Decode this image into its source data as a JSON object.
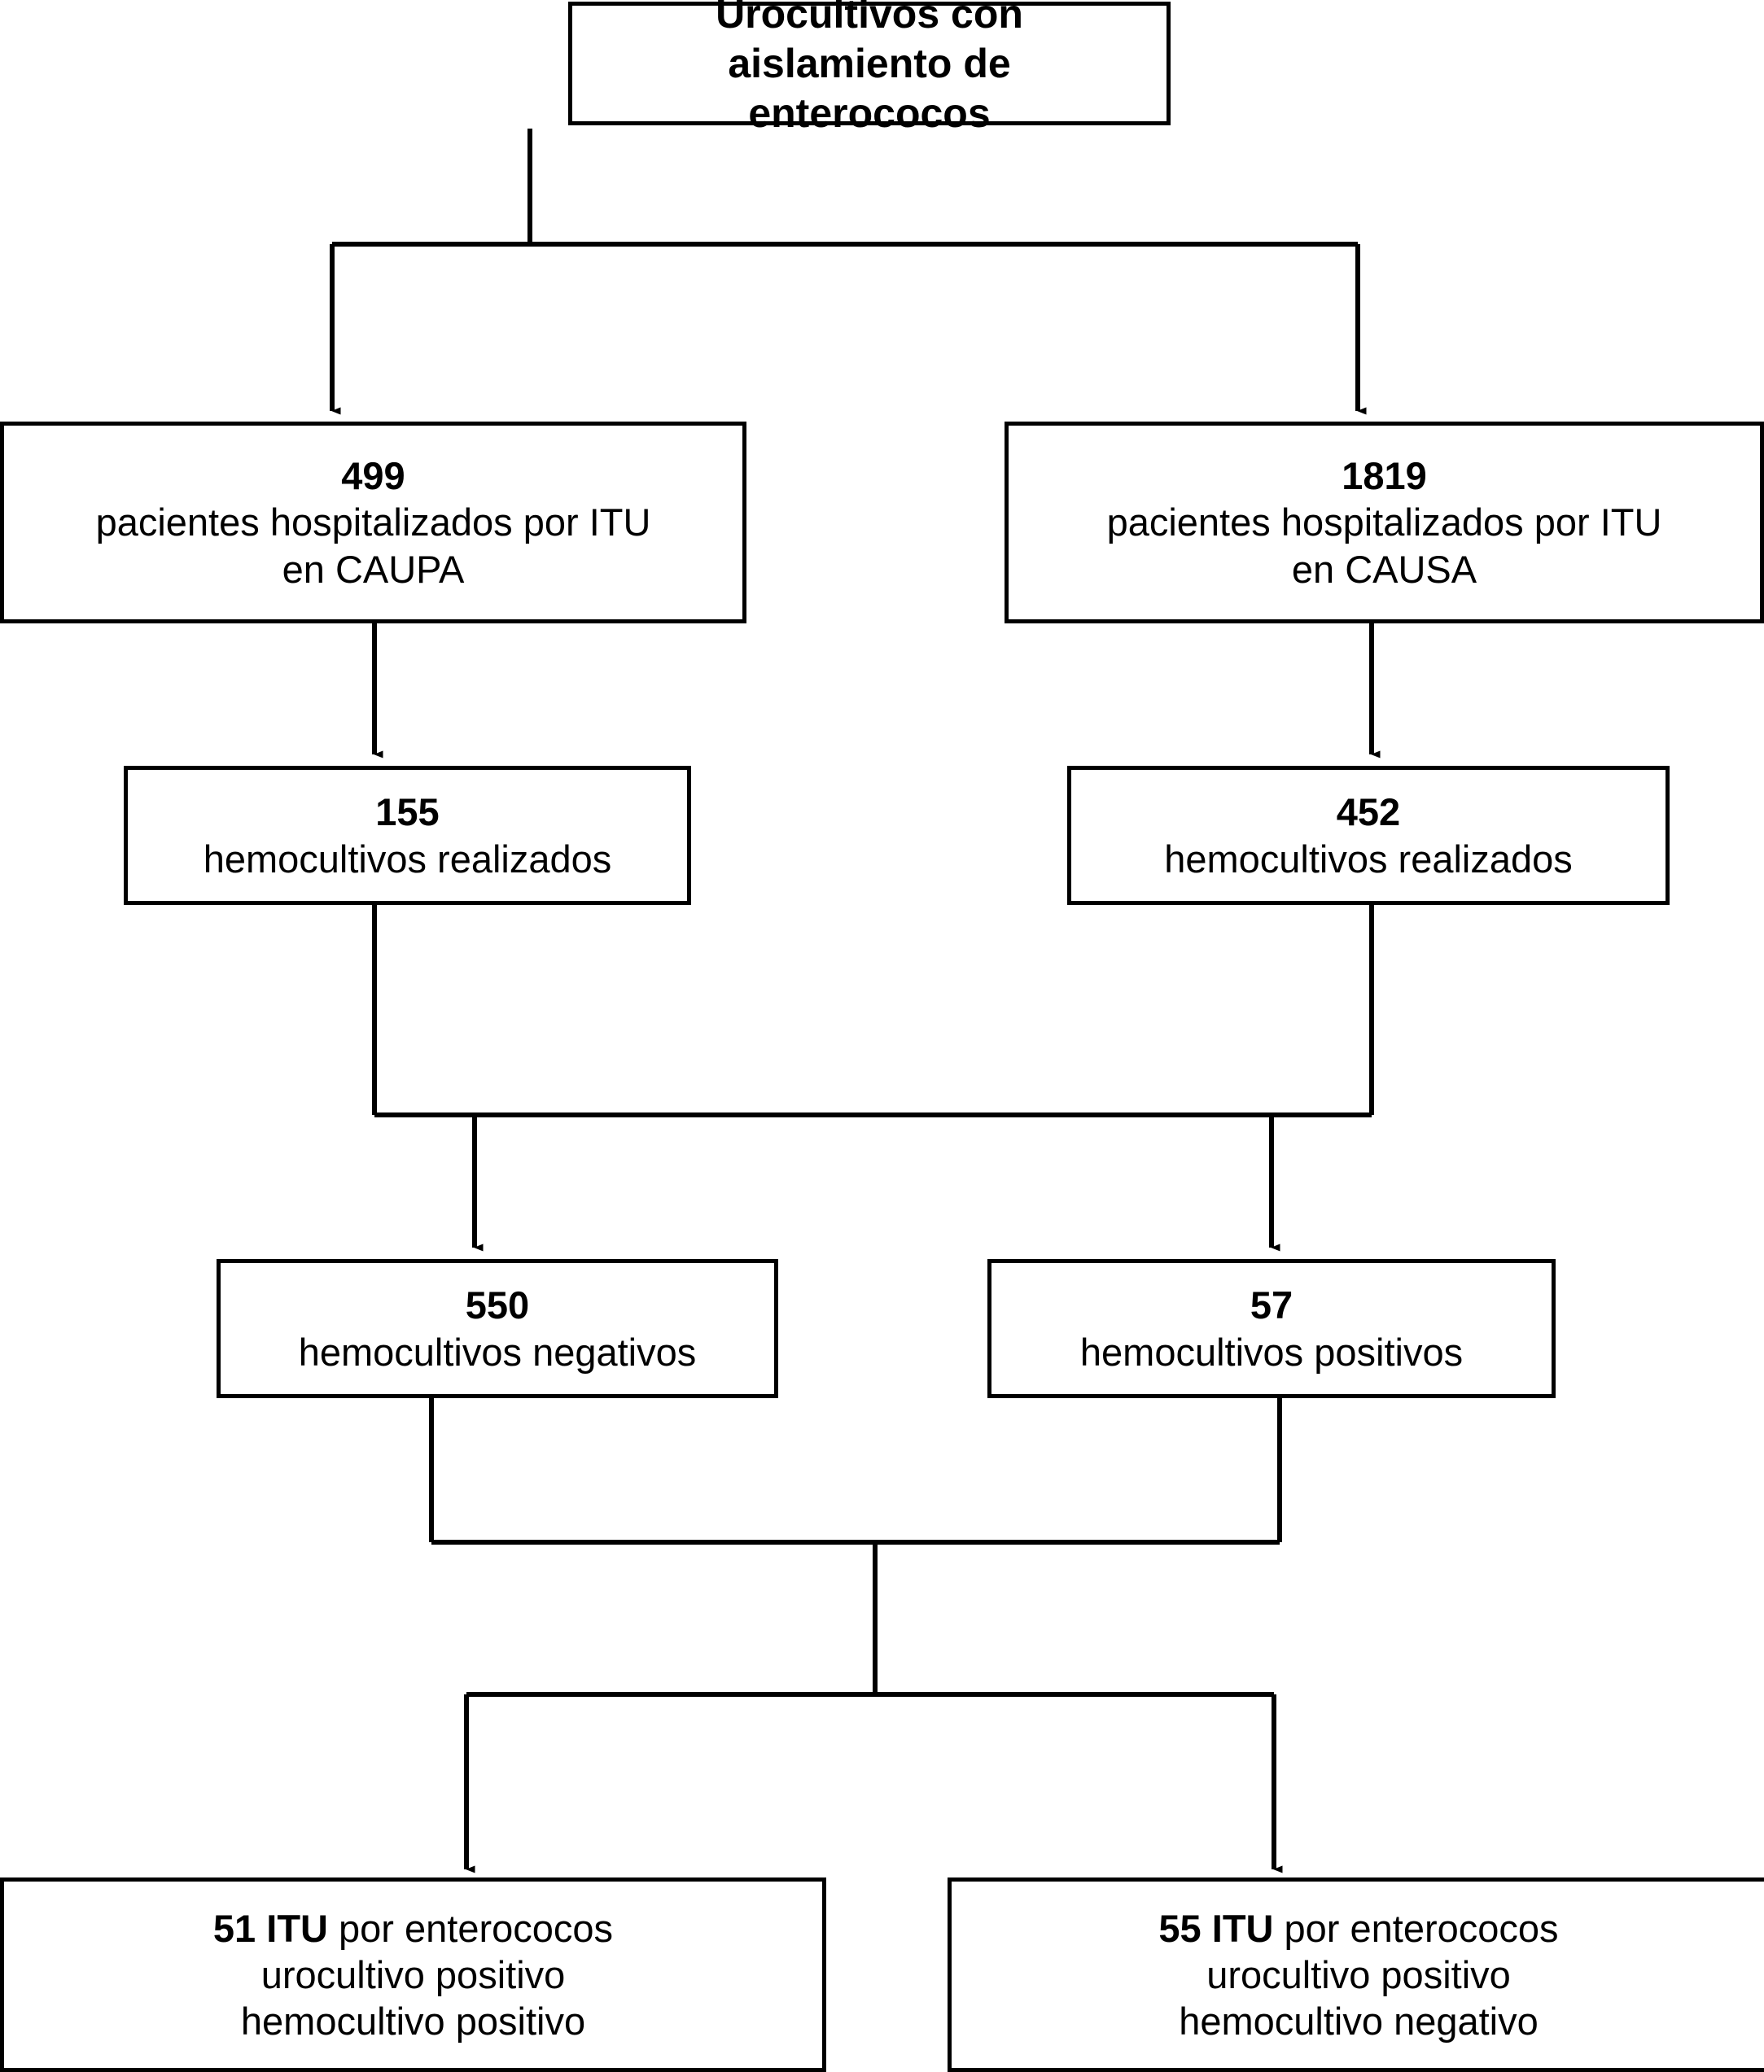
{
  "diagram": {
    "type": "flowchart",
    "title_node": {
      "id": "urocultivos",
      "lines": [
        "Urocultivos con",
        "aislamiento de",
        "enterococos"
      ]
    },
    "nodes": [
      {
        "id": "caupa",
        "count": "499",
        "line2": "pacientes hospitalizados por ITU",
        "line3": "en CAUPA"
      },
      {
        "id": "causa",
        "count": "1819",
        "line2": "pacientes hospitalizados por ITU",
        "line3": "en CAUSA"
      },
      {
        "id": "hemo-caupa",
        "count": "155",
        "line2": "hemocultivos realizados"
      },
      {
        "id": "hemo-causa",
        "count": "452",
        "line2": "hemocultivos realizados"
      },
      {
        "id": "hemo-negativos",
        "count": "550",
        "line2": "hemocultivos negativos"
      },
      {
        "id": "hemo-positivos",
        "count": "57",
        "line2": "hemocultivos positivos"
      },
      {
        "id": "itu-hemo-positivo",
        "lead": "51 ITU",
        "lead_rest": " por enterococos",
        "line2": "urocultivo positivo",
        "line3": "hemocultivo positivo"
      },
      {
        "id": "itu-hemo-negativo",
        "lead": "55 ITU",
        "lead_rest": " por enterococos",
        "line2": "urocultivo positivo",
        "line3": "hemocultivo negativo"
      }
    ],
    "colors": {
      "stroke": "#000000",
      "fill": "#ffffff",
      "text": "#000000"
    }
  }
}
